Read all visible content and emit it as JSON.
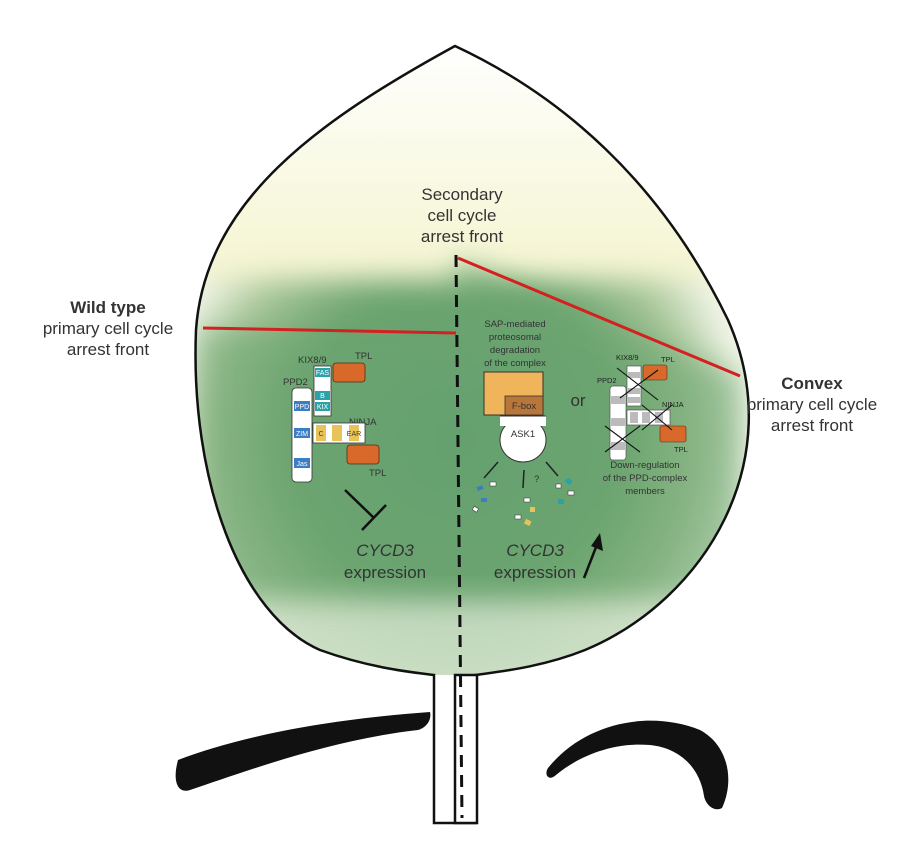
{
  "labels": {
    "secondary": [
      "Secondary",
      "cell cycle",
      "arrest front"
    ],
    "wildtype": {
      "bold": "Wild type",
      "rest": [
        "primary cell cycle",
        "arrest front"
      ]
    },
    "convex": {
      "bold": "Convex",
      "rest": [
        "primary cell cycle",
        "arrest front"
      ]
    },
    "sap": [
      "SAP-mediated",
      "proteosomal",
      "degradation",
      "of the complex"
    ],
    "fbox": "F-box",
    "ask1": "ASK1",
    "or": "or",
    "question": "?",
    "downreg": [
      "Down-regulation",
      "of the PPD-complex",
      "members"
    ],
    "cycd3_left": {
      "gene": "CYCD3",
      "word": "expression"
    },
    "cycd3_right": {
      "gene": "CYCD3",
      "word": "expression"
    }
  },
  "complex_left": {
    "kix": "KIX8/9",
    "tpl_top": "TPL",
    "tpl_bottom": "TPL",
    "ppd2": "PPD2",
    "ninja": "NINJA",
    "boxes": {
      "fas": "FAS",
      "ppd": "PPD",
      "b": "B",
      "kix": "KIX",
      "zim": "ZIM",
      "jas": "Jas",
      "c": "C",
      "ear": "EAR"
    }
  },
  "complex_right": {
    "kix": "KIX8/9",
    "tpl_top": "TPL",
    "tpl_bottom": "TPL",
    "ppd2": "PPD2",
    "ninja": "NINJA"
  },
  "colors": {
    "front_line": "#d42020",
    "tpl": "#d8692a",
    "fbox_bg": "#f0b45a",
    "blue_box": "#3c7dc4",
    "teal_box": "#2aa3a8",
    "yellow_box": "#e8c35a",
    "leaf_green": "#5e9e70",
    "leaf_yellow": "#e0e095"
  }
}
